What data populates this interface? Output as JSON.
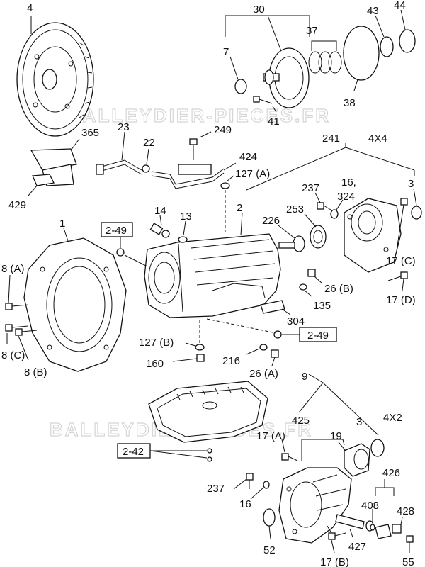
{
  "watermark": "BALLEYDIER-PIECES.FR",
  "variants": {
    "four_wd": "4X4",
    "two_wd": "4X2"
  },
  "refs": {
    "top": "2-49",
    "right": "2-49",
    "pan": "2-42"
  },
  "labels": {
    "p4": "4",
    "p30": "30",
    "p43": "43",
    "p44": "44",
    "p7": "7",
    "p37": "37",
    "p38": "38",
    "p41": "41",
    "p365": "365",
    "p23": "23",
    "p249": "249",
    "p22": "22",
    "p424": "424",
    "p127a": "127 (A)",
    "p429": "429",
    "p241": "241",
    "p237a": "237",
    "p16": "16,",
    "p324": "324",
    "p3a": "3",
    "p226": "226",
    "p253": "253",
    "p14": "14",
    "p13": "13",
    "p2": "2",
    "p1": "1",
    "p8a": "8 (A)",
    "p17c": "17 (C)",
    "p26b": "26 (B)",
    "p17d": "17 (D)",
    "p135": "135",
    "p304": "304",
    "p127b": "127 (B)",
    "p8c": "8 (C)",
    "p8b": "8 (B)",
    "p160": "160",
    "p216": "216",
    "p26a": "26 (A)",
    "p9": "9",
    "p425": "425",
    "p3b": "3",
    "p19": "19",
    "p17a": "17 (A)",
    "p426": "426",
    "p237b": "237",
    "p408": "408",
    "p428": "428",
    "p16b": "16",
    "p52": "52",
    "p427": "427",
    "p17b": "17 (B)",
    "p55": "55"
  }
}
